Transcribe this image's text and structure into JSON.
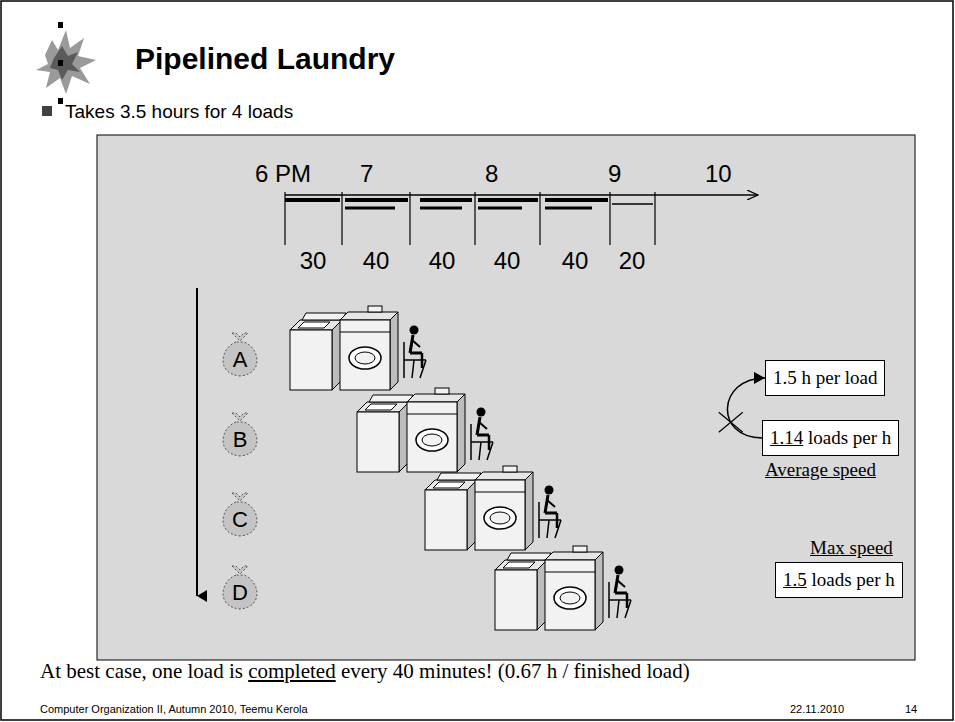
{
  "diagram": {
    "title": "Pipelined Laundry",
    "nodes": [
      {
        "text": [
          "A"
        ]
      },
      {
        "text": [
          "B"
        ]
      },
      {
        "text": [
          "C"
        ]
      },
      {
        "text": [
          "D"
        ]
      },
      {
        "text": [
          "1.5 h per load"
        ]
      },
      {
        "text": [
          "1.14",
          "loads per h"
        ]
      },
      {
        "text": [
          "1.5",
          "loads per h"
        ]
      }
    ],
    "edges": [
      {
        "from": 5,
        "to": 4,
        "arrow": "to"
      }
    ],
    "labels": [
      "Takes 3.5 hours for 4 loads",
      "6 PM",
      "7",
      "8",
      "9",
      "10",
      "30",
      "40",
      "40",
      "40",
      "40",
      "20",
      "Average speed",
      "Max speed",
      "At best case, one load is",
      "completed",
      "every 40 minutes! (0.67 h / finished load)",
      "Computer Organization II, Autumn 2010, Teemu Kerola",
      "22.11.2010",
      "14"
    ]
  }
}
